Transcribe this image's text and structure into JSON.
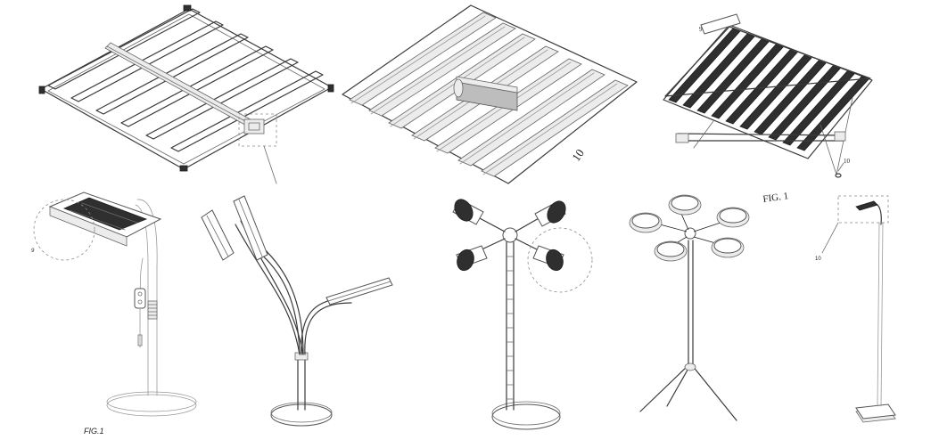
{
  "labels": {
    "bar_lamp_ref": "10",
    "frame_lamp_small_ref": "9",
    "frame_lamp_ref": "10",
    "frame_fig": "FIG. 1",
    "desk_lamp_ref": "9",
    "desk_fig": "FIG.1",
    "floor_lamp_ref": "10"
  }
}
